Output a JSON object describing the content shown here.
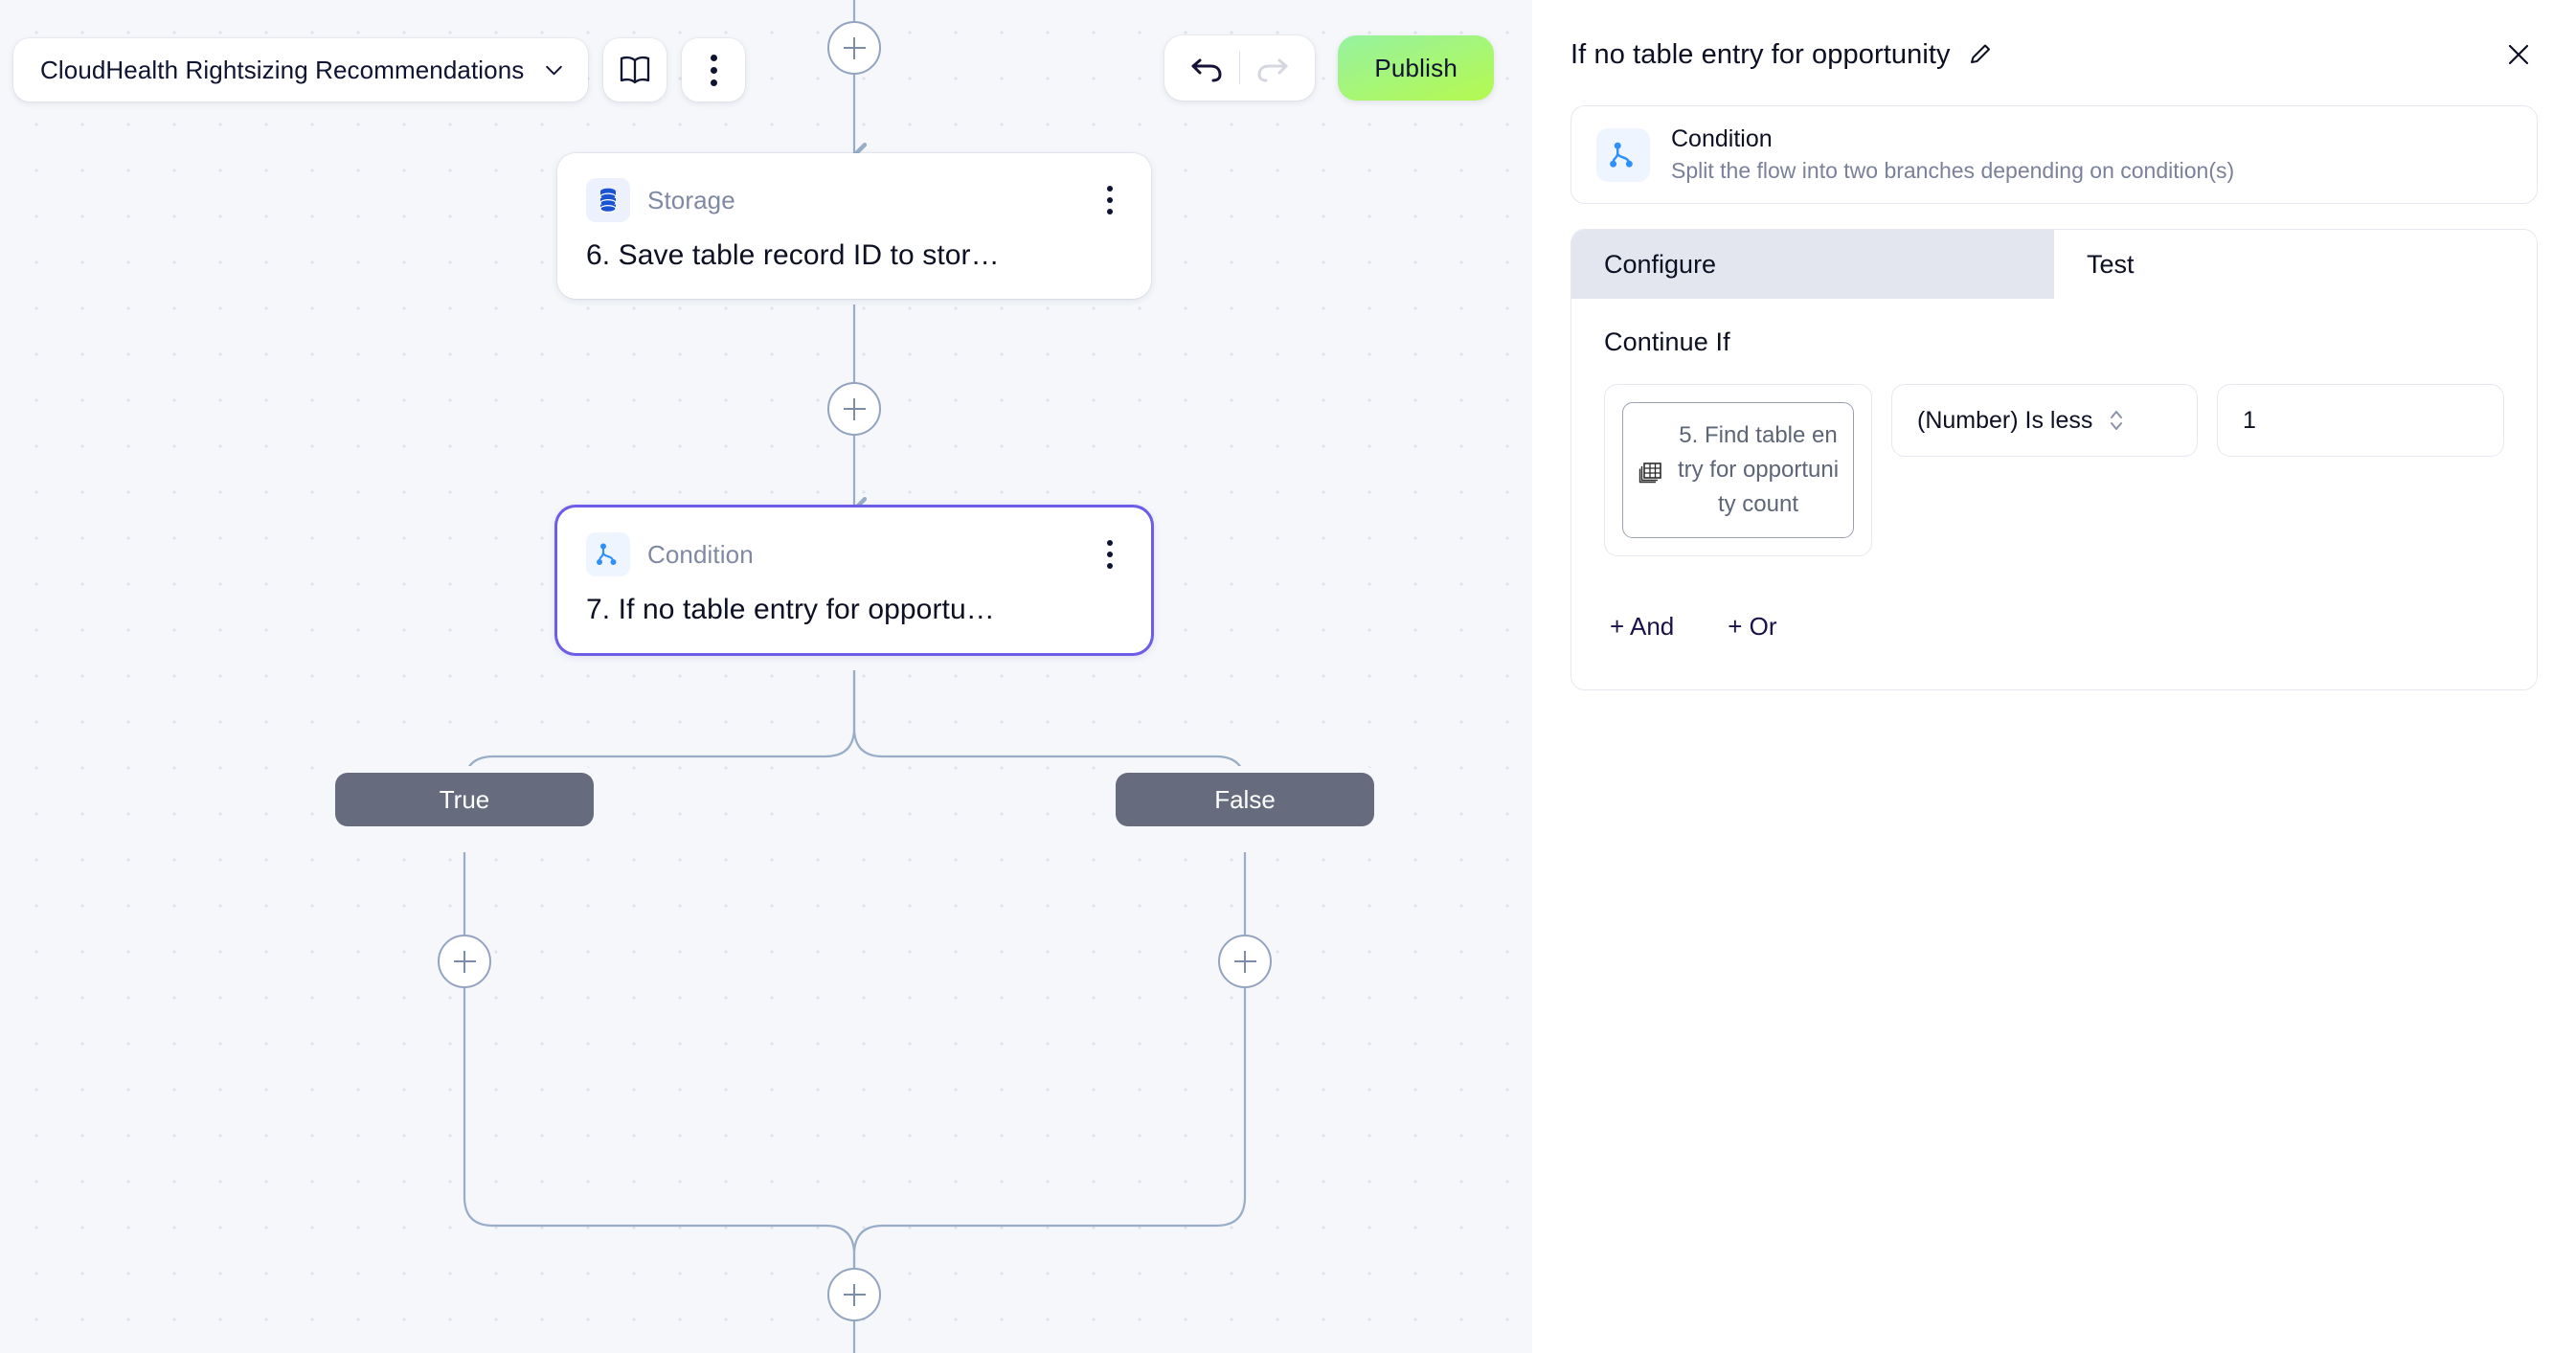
{
  "toolbar": {
    "flow_name": "CloudHealth Rightsizing Recommendations",
    "chevron_icon": "chevron-down-icon",
    "book_icon": "book-icon",
    "more_icon": "more-vertical-icon",
    "undo_icon": "undo-icon",
    "redo_icon": "redo-icon",
    "publish_label": "Publish"
  },
  "canvas": {
    "nodes": [
      {
        "type": "Storage",
        "title": "6. Save table record ID to stor…",
        "icon": "database-icon",
        "selected": false
      },
      {
        "type": "Condition",
        "title": "7. If no table entry for opportu…",
        "icon": "branch-icon",
        "selected": true
      }
    ],
    "branches": [
      {
        "label": "True"
      },
      {
        "label": "False"
      }
    ],
    "add_step_label": "+"
  },
  "panel": {
    "title": "If no table entry for opportunity",
    "edit_icon": "pencil-icon",
    "close_icon": "close-icon",
    "info": {
      "icon": "branch-icon",
      "name": "Condition",
      "description": "Split the flow into two branches depending on condition(s)"
    },
    "tabs": [
      {
        "label": "Configure",
        "active": true
      },
      {
        "label": "Test",
        "active": false
      }
    ],
    "continue_if_label": "Continue If",
    "condition": {
      "variable_icon": "table-icon",
      "variable_label": "5. Find table entry for opportunity count",
      "operator": "(Number) Is less",
      "operator_icon": "chevron-updown-icon",
      "value": "1",
      "value_placeholder": ""
    },
    "logic": {
      "and_label": "+ And",
      "or_label": "+ Or"
    }
  },
  "colors": {
    "accent_selected": "#6c5ce7",
    "publish_from": "#96f2a0",
    "publish_to": "#b5f94f",
    "branch_pill": "#666c7e",
    "canvas_bg": "#f5f7fb",
    "connector": "#9aadc6"
  }
}
